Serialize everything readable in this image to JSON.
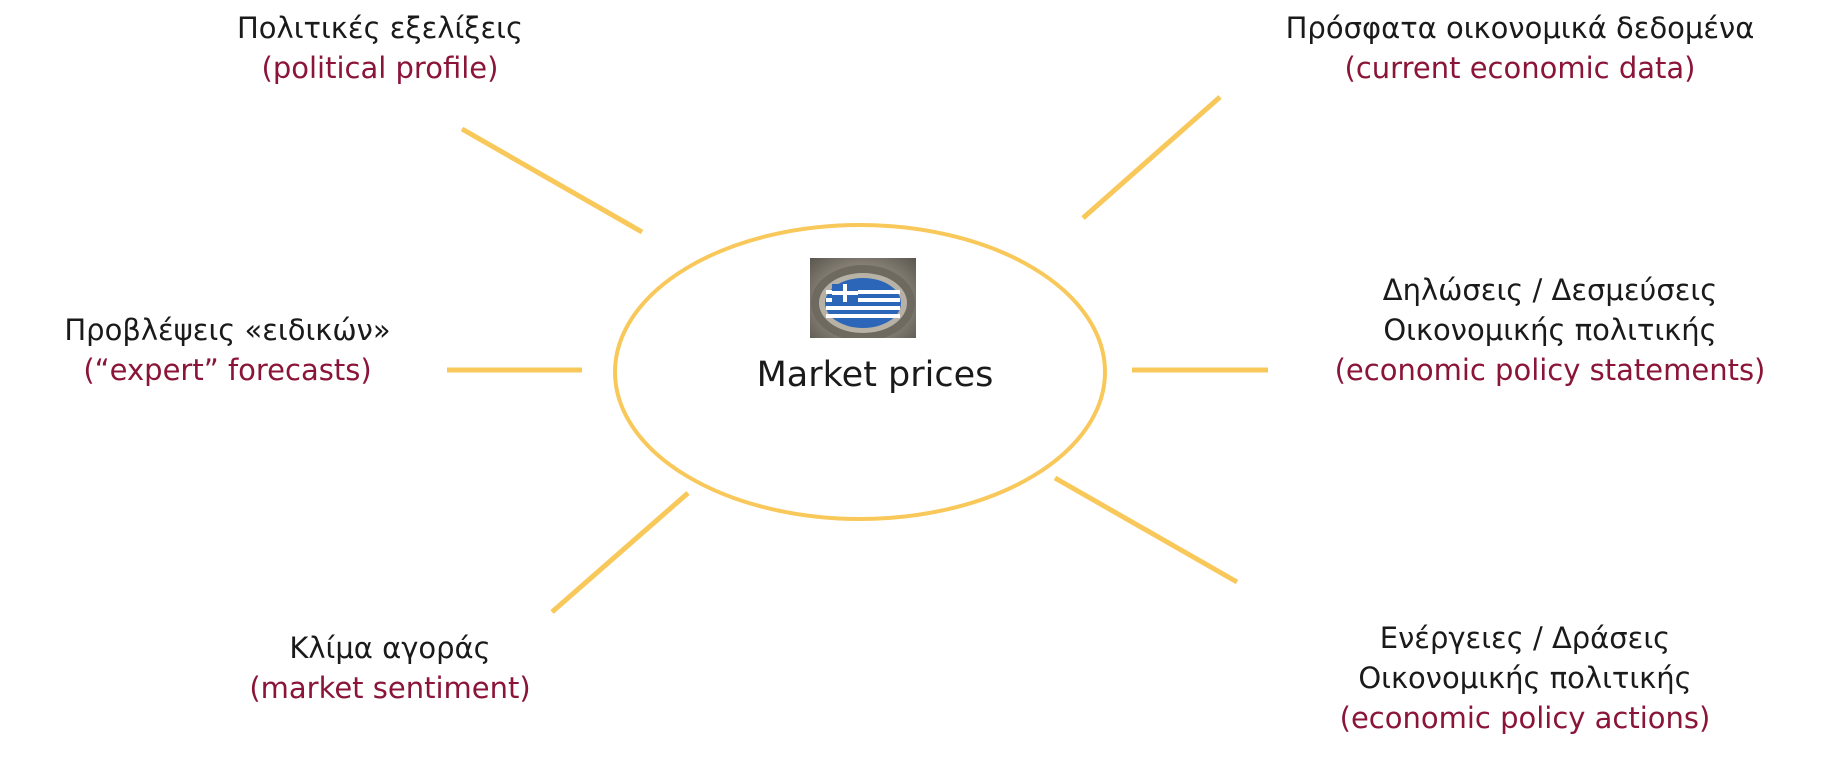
{
  "diagram": {
    "center": {
      "label": "Market prices",
      "icon": "greek-flag-badge-icon"
    },
    "nodes": {
      "political": {
        "greek": "Πολιτικές εξελίξεις",
        "english": "(political profile)"
      },
      "economic_data": {
        "greek": "Πρόσφατα οικονομικά δεδομένα",
        "english": "(current economic data)"
      },
      "forecasts": {
        "greek": "Προβλέψεις «ειδικών»",
        "english": "(“expert” forecasts)"
      },
      "statements": {
        "greek_line1": "Δηλώσεις / Δεσμεύσεις",
        "greek_line2": "Οικονομικής πολιτικής",
        "english": "(economic policy statements)"
      },
      "sentiment": {
        "greek": "Κλίμα αγοράς",
        "english": "(market sentiment)"
      },
      "actions": {
        "greek_line1": "Ενέργειες / Δράσεις",
        "greek_line2": "Οικονομικής πολιτικής",
        "english": "(economic policy actions)"
      }
    },
    "colors": {
      "connector": "#f9c85a",
      "ellipse": "#f9c85a",
      "english_text": "#8b1538",
      "greek_text": "#1a1a1a"
    }
  }
}
